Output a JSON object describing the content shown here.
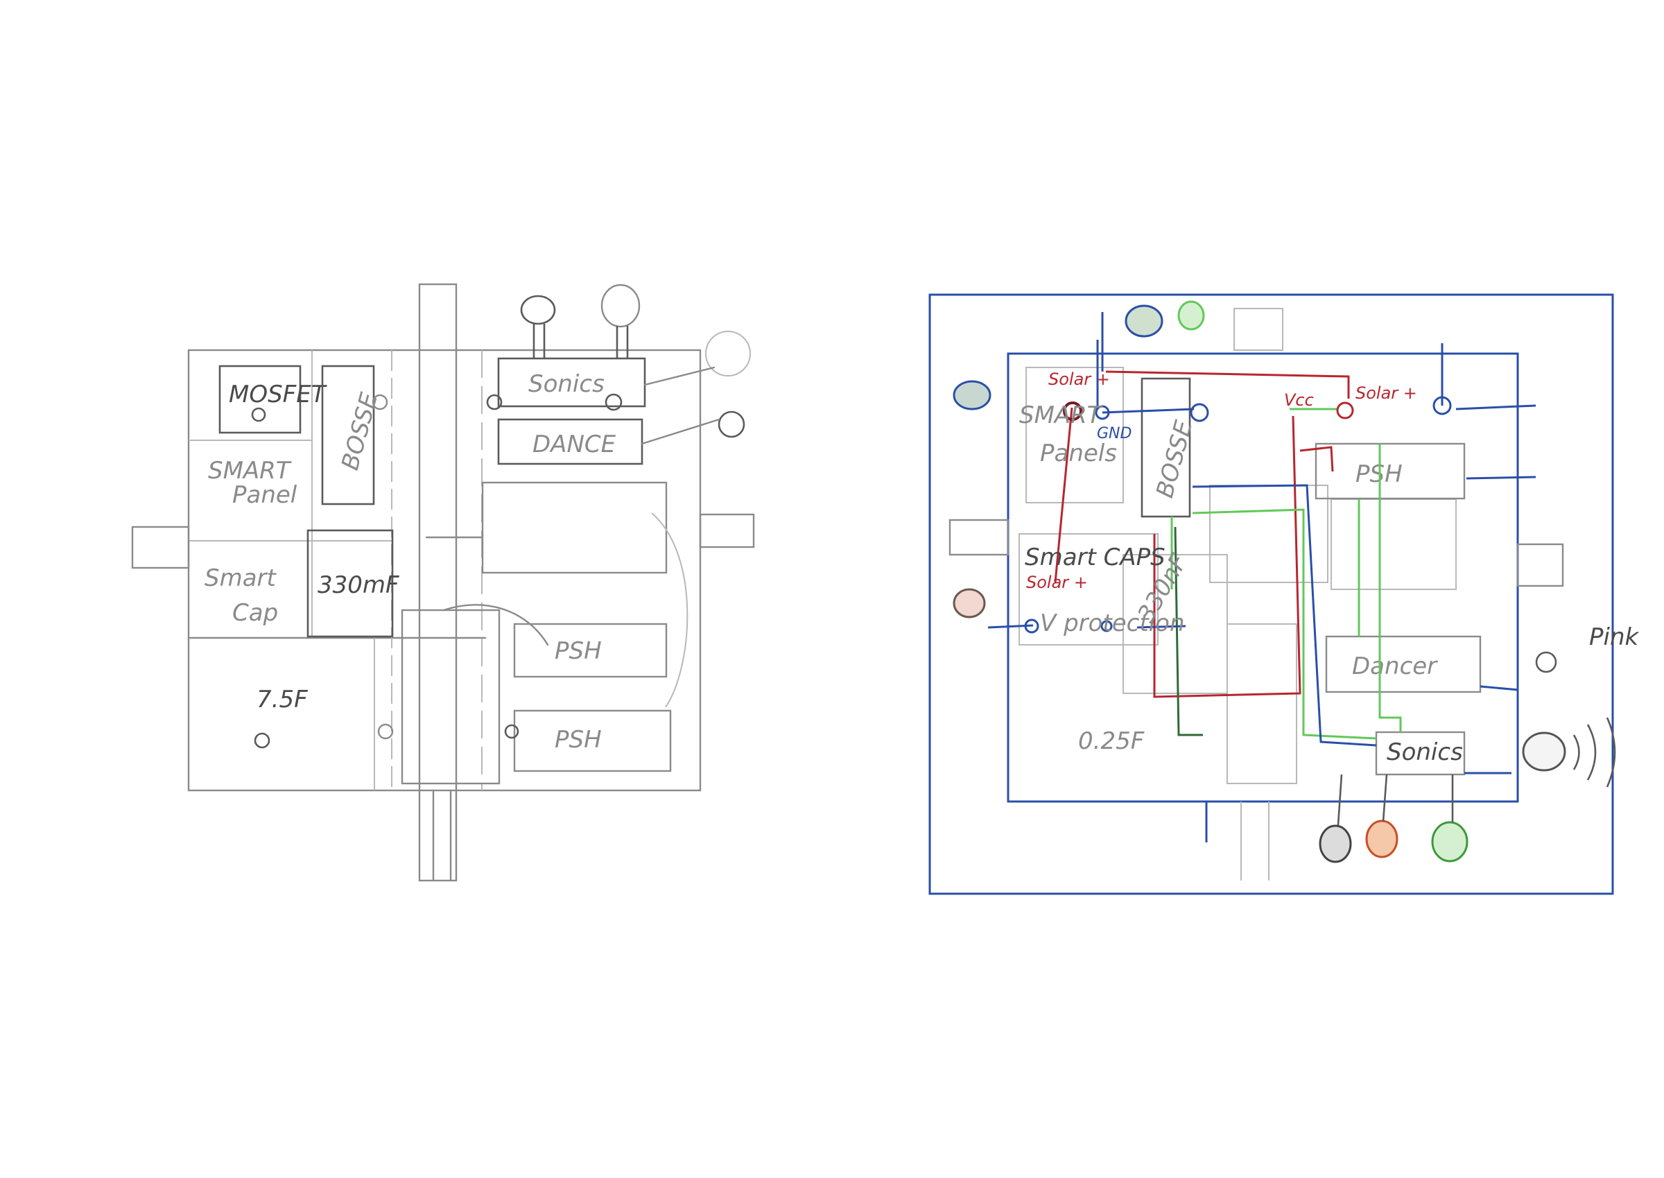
{
  "left_sketch": {
    "mosfet": "MOSFET",
    "bosse": "BOSSE",
    "smart_panel_1": "SMART",
    "smart_panel_2": "Panel",
    "smart_cap_1": "Smart",
    "smart_cap_2": "Cap",
    "cap_330": "330mF",
    "cap_75": "7.5F",
    "sonics": "Sonics",
    "dance": "DANCE",
    "psh_1": "PSH",
    "psh_2": "PSH"
  },
  "right_sketch": {
    "solar_plus_1": "Solar +",
    "smart_panels_1": "SMART",
    "smart_panels_2": "Panels",
    "gnd": "GND",
    "bosse": "BOSSE",
    "vcc": "Vcc",
    "solar_plus_2": "Solar +",
    "psh": "PSH",
    "smart_caps": "Smart CAPS",
    "solar_plus_3": "Solar +",
    "v_protection": "V protection",
    "cap_330": "330nF",
    "cap_025": "0.25F",
    "dancer": "Dancer",
    "sonics": "Sonics",
    "pink": "Pink"
  },
  "colors": {
    "pencil": "#8a8a8a",
    "blue_ink": "#2a4fa8",
    "red_ink": "#b8262e",
    "green_ink": "#62c85a"
  }
}
